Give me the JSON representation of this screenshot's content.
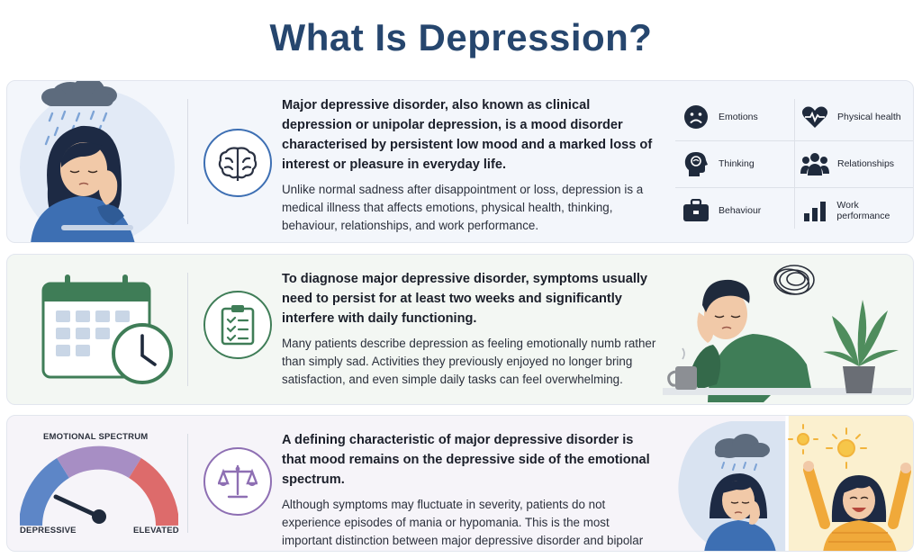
{
  "page": {
    "title": "What Is Depression?"
  },
  "section1": {
    "lead": "Major depressive disorder, also known as clinical depression or unipolar depression, is a mood disorder characterised by persistent low mood and a marked loss of interest or pleasure in everyday life.",
    "body": "Unlike normal sadness after disappointment or loss, depression is a medical illness that affects emotions, physical health, thinking, behaviour, relationships, and work performance.",
    "icon": "brain-icon",
    "areas": [
      {
        "label": "Emotions",
        "icon": "sad-face-icon"
      },
      {
        "label": "Physical health",
        "icon": "heart-pulse-icon"
      },
      {
        "label": "Thinking",
        "icon": "head-thought-icon"
      },
      {
        "label": "Relationships",
        "icon": "people-icon"
      },
      {
        "label": "Behaviour",
        "icon": "briefcase-icon"
      },
      {
        "label": "Work performance",
        "icon": "bar-chart-icon"
      }
    ]
  },
  "section2": {
    "lead": "To diagnose major depressive disorder, symptoms usually need to persist for at least two weeks and significantly interfere with daily functioning.",
    "body": "Many patients describe depression as feeling emotionally numb rather than simply sad. Activities they previously enjoyed no longer bring satisfaction, and even simple daily tasks can feel overwhelming.",
    "icon": "clipboard-checklist-icon"
  },
  "section3": {
    "lead": "A defining characteristic of major depressive disorder is that mood remains on the depressive side of the emotional spectrum.",
    "body": "Although symptoms may fluctuate in severity, patients do not experience episodes of mania or hypomania. This is the most important distinction between major depressive disorder and bipolar disorder.",
    "icon": "balance-scale-icon",
    "gauge": {
      "title": "EMOTIONAL SPECTRUM",
      "left_label": "DEPRESSIVE",
      "right_label": "ELEVATED"
    }
  },
  "colors": {
    "title": "#26466e",
    "blue": "#3d6fb3",
    "green": "#3f7d57",
    "purple": "#8e6fb3",
    "gauge_red": "#dd6b6b"
  }
}
